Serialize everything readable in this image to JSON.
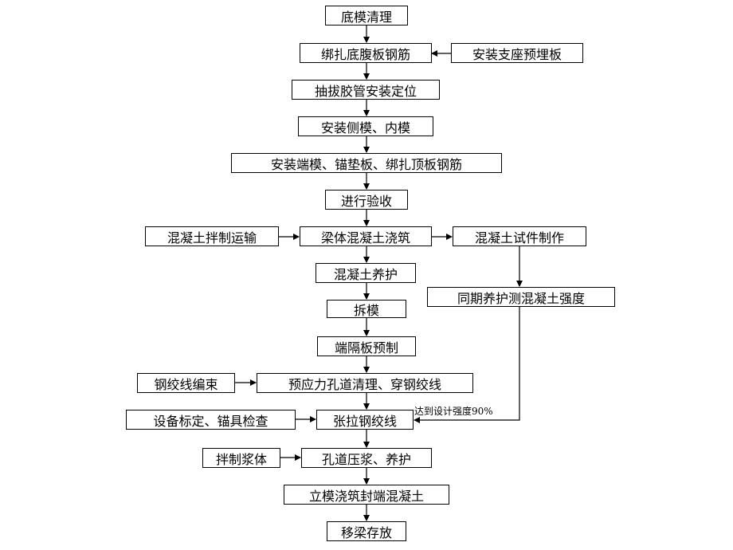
{
  "steps": {
    "s1": "底模清理",
    "s2": "绑扎底腹板钢筋",
    "s2_side": "安装支座预埋板",
    "s3": "抽拔胶管安装定位",
    "s4": "安装侧模、内模",
    "s5": "安装端模、锚垫板、绑扎顶板钢筋",
    "s6": "进行验收",
    "s7": "梁体混凝土浇筑",
    "s7_left": "混凝土拌制运输",
    "s7_right": "混凝土试件制作",
    "s8": "混凝土养护",
    "s8_right": "同期养护测混凝土强度",
    "s9": "拆模",
    "s10": "端隔板预制",
    "s11": "预应力孔道清理、穿钢绞线",
    "s11_left": "钢绞线编束",
    "s12": "张拉钢绞线",
    "s12_left": "设备标定、锚具检查",
    "s13": "孔道压浆、养护",
    "s13_left": "拌制浆体",
    "s14": "立模浇筑封端混凝土",
    "s15": "移梁存放"
  },
  "annotations": {
    "strength_note": "达到设计强度90%"
  }
}
